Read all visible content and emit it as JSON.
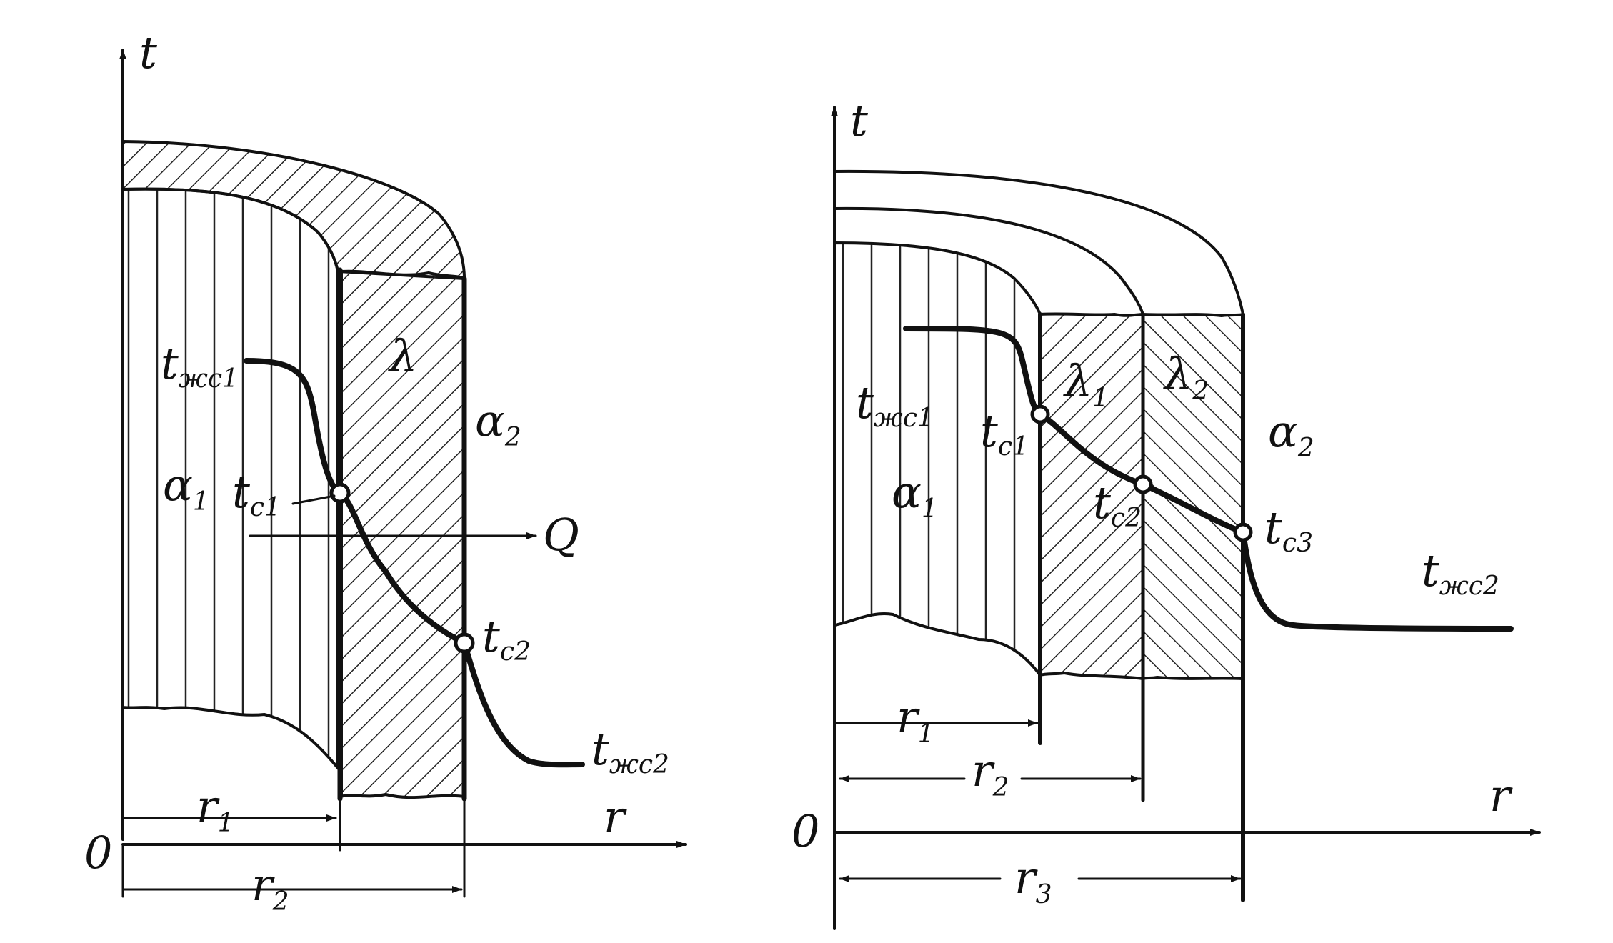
{
  "left": {
    "axis_y": "t",
    "axis_x": "r",
    "origin": "0",
    "conductivity": "λ",
    "flow": "Q",
    "fluid_in": {
      "base": "t",
      "sub": "жc1"
    },
    "fluid_out": {
      "base": "t",
      "sub": "жc2"
    },
    "alpha_in": {
      "base": "α",
      "sub": "1"
    },
    "alpha_out": {
      "base": "α",
      "sub": "2"
    },
    "wall_in": {
      "base": "t",
      "sub": "c1"
    },
    "wall_out": {
      "base": "t",
      "sub": "c2"
    },
    "radius1": {
      "base": "r",
      "sub": "1"
    },
    "radius2": {
      "base": "r",
      "sub": "2"
    }
  },
  "right": {
    "axis_y": "t",
    "axis_x": "r",
    "origin": "0",
    "lambda1": {
      "base": "λ",
      "sub": "1"
    },
    "lambda2": {
      "base": "λ",
      "sub": "2"
    },
    "fluid_in": {
      "base": "t",
      "sub": "жc1"
    },
    "fluid_out": {
      "base": "t",
      "sub": "жc2"
    },
    "alpha_in": {
      "base": "α",
      "sub": "1"
    },
    "alpha_out": {
      "base": "α",
      "sub": "2"
    },
    "wall1": {
      "base": "t",
      "sub": "c1"
    },
    "wall2": {
      "base": "t",
      "sub": "c2"
    },
    "wall3": {
      "base": "t",
      "sub": "c3"
    },
    "radius1": {
      "base": "r",
      "sub": "1"
    },
    "radius2": {
      "base": "r",
      "sub": "2"
    },
    "radius3": {
      "base": "r",
      "sub": "3"
    }
  }
}
